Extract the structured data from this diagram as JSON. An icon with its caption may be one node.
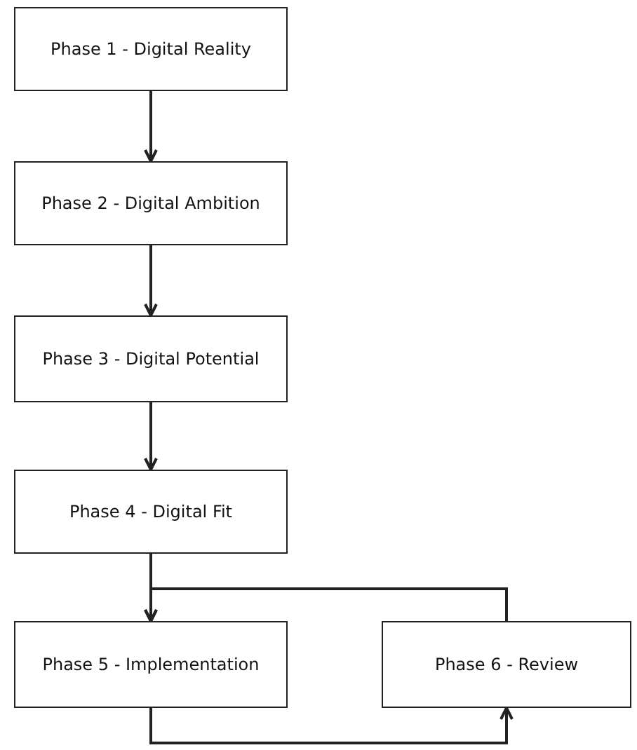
{
  "diagram": {
    "nodes": [
      {
        "text": [
          "Phase 1 - Digital Reality"
        ]
      },
      {
        "text": [
          "Phase 2 - Digital Ambition"
        ]
      },
      {
        "text": [
          "Phase 3 - Digital Potential"
        ]
      },
      {
        "text": [
          "Phase 4 - Digital Fit"
        ]
      },
      {
        "text": [
          "Phase 5 - Implementation"
        ]
      },
      {
        "text": [
          "Phase 6 - Review"
        ]
      }
    ],
    "edges": [
      {
        "from": 0,
        "to": 1,
        "arrow": "to"
      },
      {
        "from": 1,
        "to": 2,
        "arrow": "to"
      },
      {
        "from": 2,
        "to": 3,
        "arrow": "to"
      },
      {
        "from": 3,
        "to": 4,
        "arrow": "to"
      },
      {
        "from": 4,
        "to": 5,
        "arrow": "to"
      },
      {
        "from": 5,
        "to": 4,
        "arrow": "to"
      }
    ]
  }
}
